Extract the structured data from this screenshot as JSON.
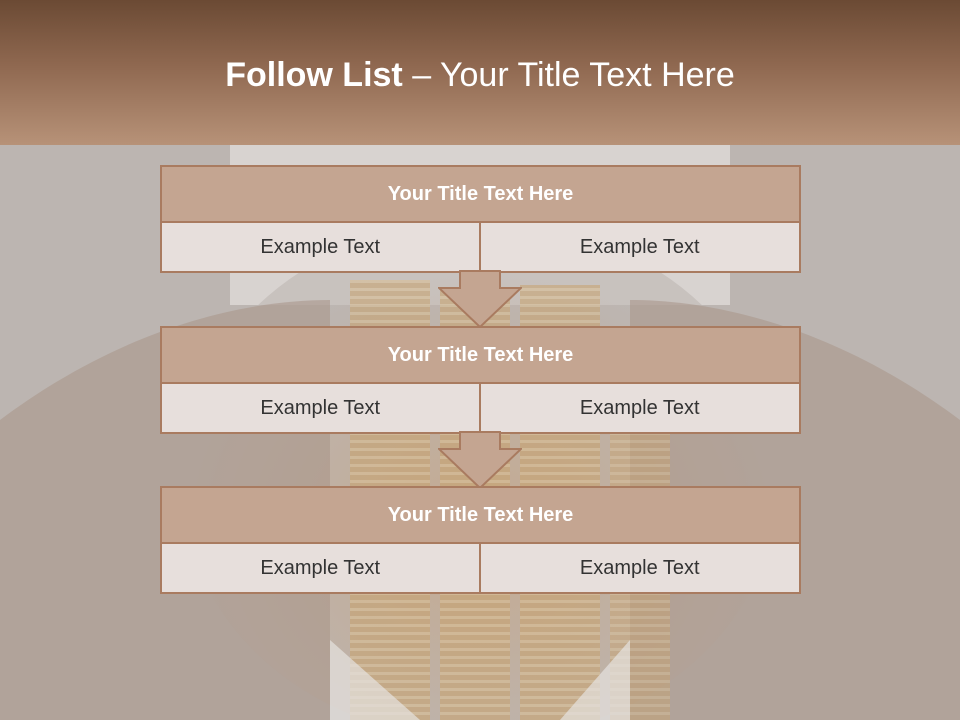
{
  "slide": {
    "title_bold": "Follow List ",
    "title_rest": " – Your Title Text Here"
  },
  "blocks": [
    {
      "title": "Your Title Text Here",
      "cells": [
        "Example Text",
        "Example Text"
      ]
    },
    {
      "title": "Your Title Text Here",
      "cells": [
        "Example Text",
        "Example Text"
      ]
    },
    {
      "title": "Your Title Text Here",
      "cells": [
        "Example Text",
        "Example Text"
      ]
    }
  ],
  "colors": {
    "header": "#8f6850",
    "block_title_fill": "#c4a591",
    "border": "#a97b60",
    "cell_fill": "#e7dfdc"
  }
}
